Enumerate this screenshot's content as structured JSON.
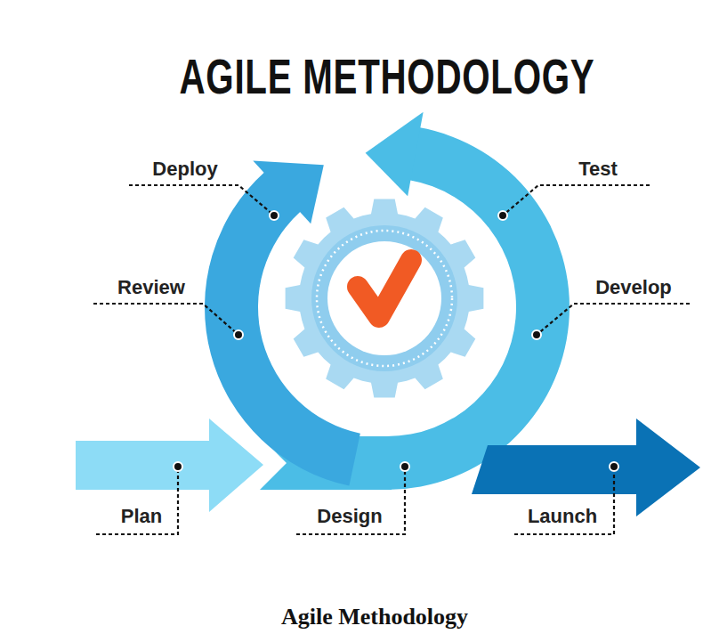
{
  "diagram": {
    "title": "AGILE METHODOLOGY",
    "caption": "Agile Methodology",
    "labels": [
      "Deploy",
      "Test",
      "Review",
      "Develop",
      "Plan",
      "Design",
      "Launch"
    ]
  }
}
